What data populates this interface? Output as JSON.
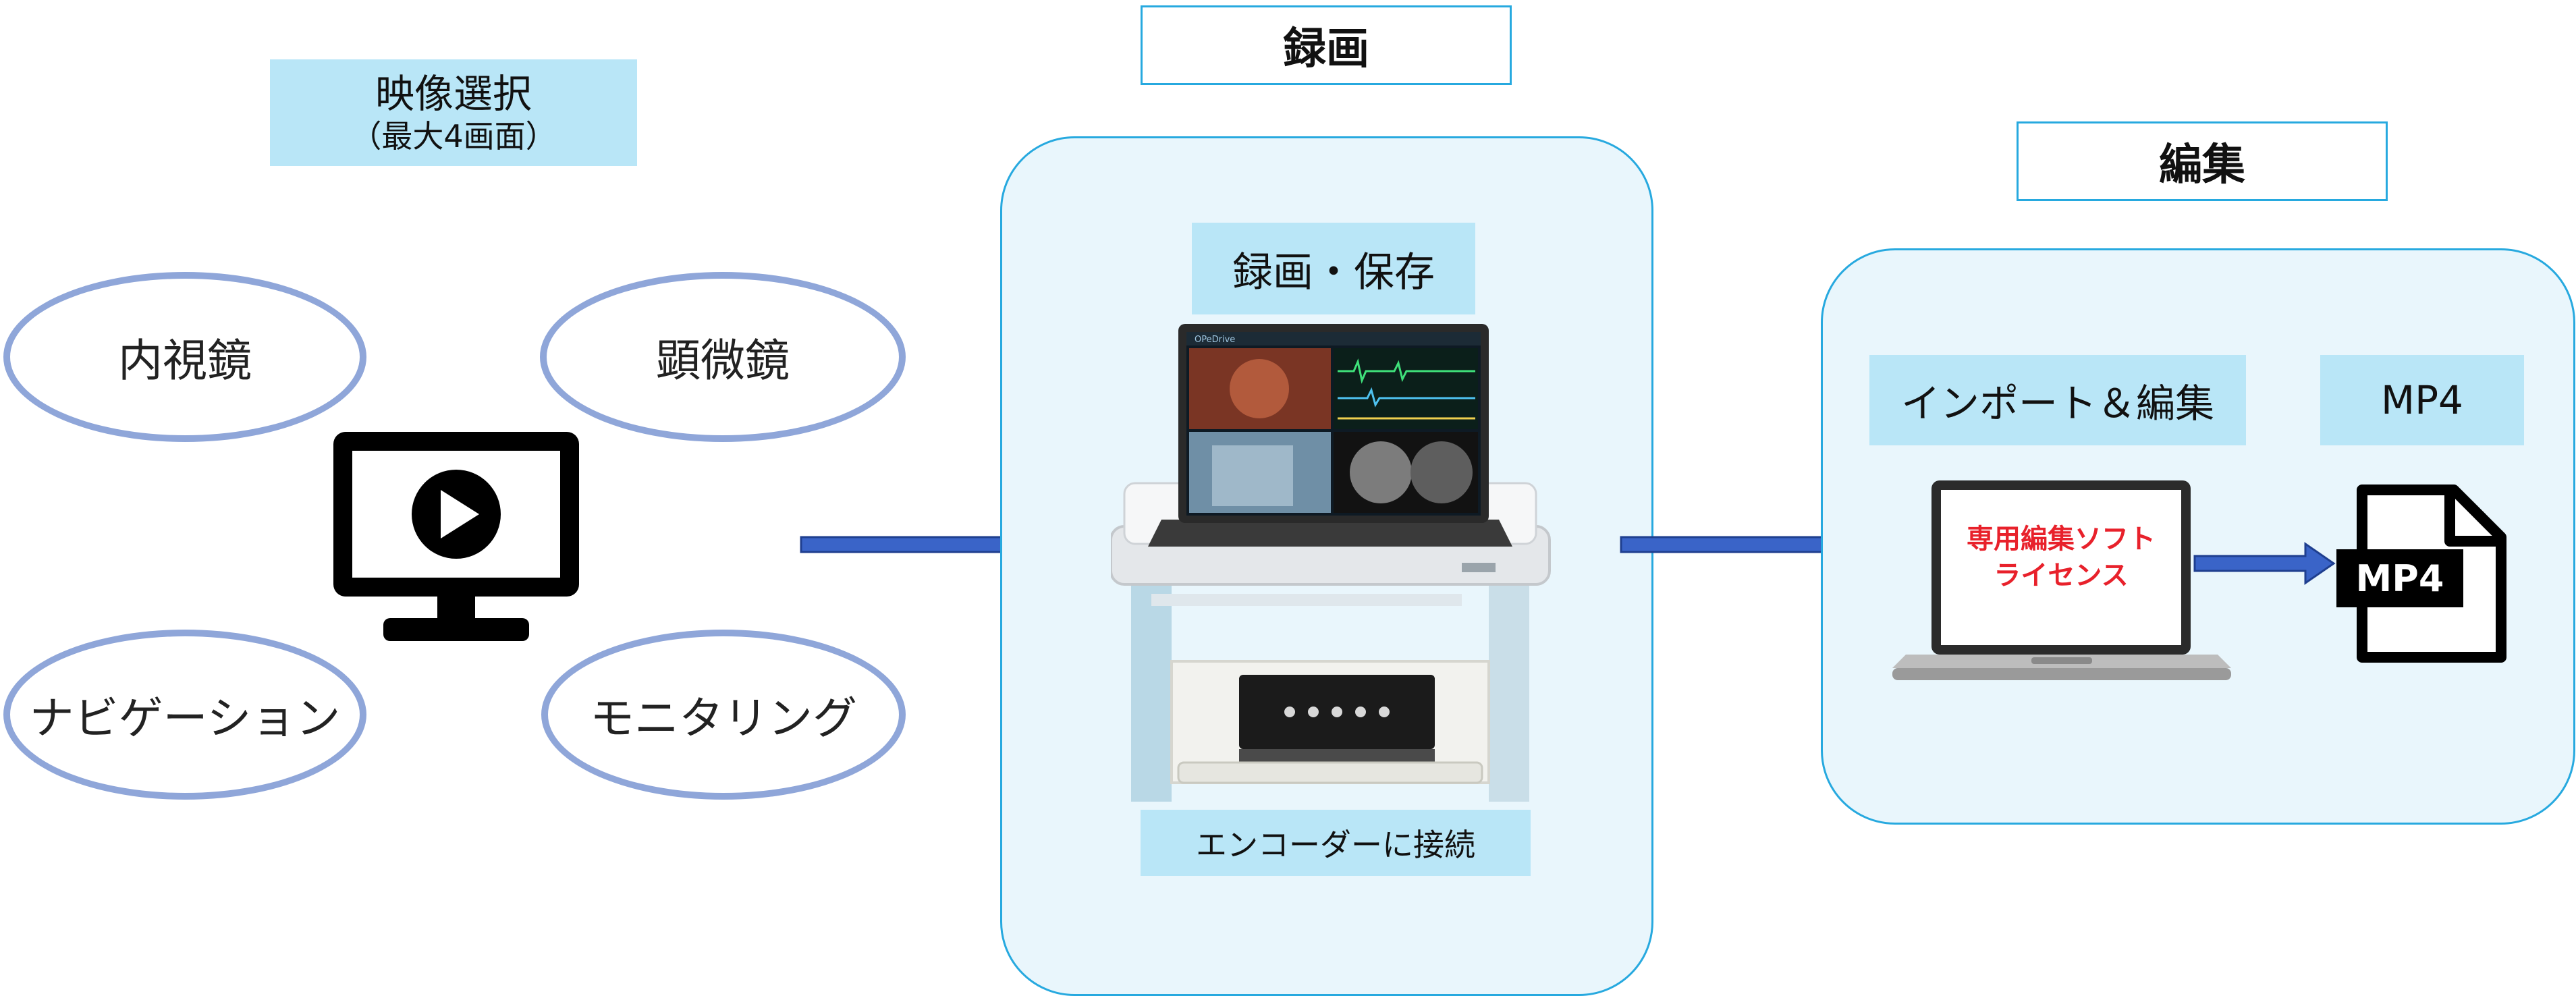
{
  "selection": {
    "title": "映像選択",
    "subtitle": "（最大4画面）",
    "sources": [
      "内視鏡",
      "顕微鏡",
      "ナビゲーション",
      "モニタリング"
    ]
  },
  "recording": {
    "title": "録画",
    "label": "録画・保存",
    "encoder_label": "エンコーダーに接続",
    "laptop_brand": "OPeDrive"
  },
  "editing": {
    "title": "編集",
    "import_label": "インポート＆編集",
    "output_label": "MP4",
    "license_line1": "専用編集ソフト",
    "license_line2": "ライセンス",
    "file_icon_label": "MP4"
  },
  "colors": {
    "panel_border": "#27a9df",
    "panel_fill": "#e9f6fc",
    "label_fill": "#b9e6f7",
    "oval_border": "#8fa6d9",
    "arrow_fill": "#3a64c8",
    "license_text": "#e8212b"
  }
}
